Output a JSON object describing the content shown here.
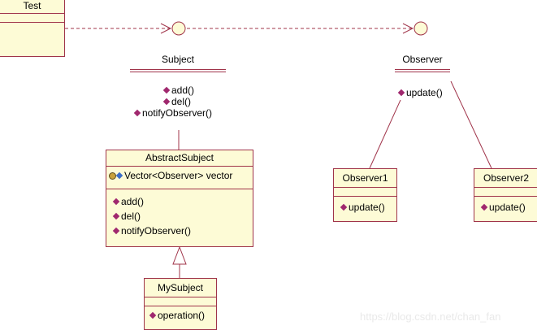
{
  "classes": {
    "test": {
      "name": "Test"
    },
    "abstract_subject": {
      "name": "AbstractSubject",
      "attribute": "Vector<Observer> vector",
      "operations": [
        "add()",
        "del()",
        "notifyObserver()"
      ]
    },
    "my_subject": {
      "name": "MySubject",
      "operations": [
        "operation()"
      ]
    },
    "observer1": {
      "name": "Observer1",
      "operations": [
        "update()"
      ]
    },
    "observer2": {
      "name": "Observer2",
      "operations": [
        "update()"
      ]
    }
  },
  "interfaces": {
    "subject": {
      "name": "Subject",
      "operations": [
        "add()",
        "del()",
        "notifyObserver()"
      ]
    },
    "observer": {
      "name": "Observer",
      "operations": [
        "update()"
      ]
    }
  },
  "watermark": "https://blog.csdn.net/chan_fan",
  "colors": {
    "border": "#a0344a",
    "fill": "#fdfbd6",
    "operation_icon": "#a0286e",
    "line": "#a0344a"
  }
}
